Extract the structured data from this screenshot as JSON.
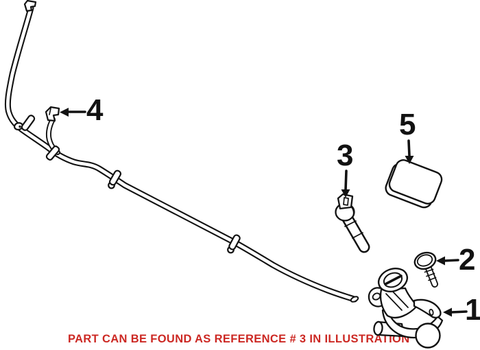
{
  "canvas": {
    "background": "#ffffff",
    "line_color": "#121212"
  },
  "diagram": {
    "type": "parts-line-illustration",
    "callouts": [
      {
        "label": "1",
        "arrow_direction": "left"
      },
      {
        "label": "2",
        "arrow_direction": "left"
      },
      {
        "label": "3",
        "arrow_direction": "down"
      },
      {
        "label": "4",
        "arrow_direction": "left"
      },
      {
        "label": "5",
        "arrow_direction": "down"
      }
    ]
  },
  "caption": {
    "text": "PART CAN BE FOUND AS REFERENCE # 3 IN ILLUSTRATION",
    "color": "#cc2823"
  }
}
